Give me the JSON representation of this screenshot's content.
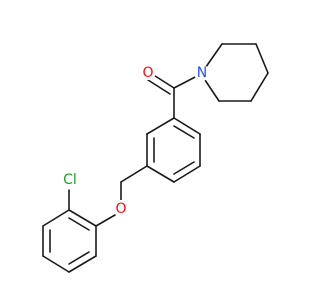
{
  "molecule": {
    "colors": {
      "bond": "#1a1a1a",
      "oxygen": "#ff0d0d",
      "nitrogen": "#2b50f0",
      "chlorine": "#1fa31f",
      "background": "#ffffff"
    },
    "atoms": {
      "carbonyl_oxygen": "O",
      "piperidine_nitrogen": "N",
      "ether_oxygen": "O",
      "chlorine": "Cl"
    }
  }
}
